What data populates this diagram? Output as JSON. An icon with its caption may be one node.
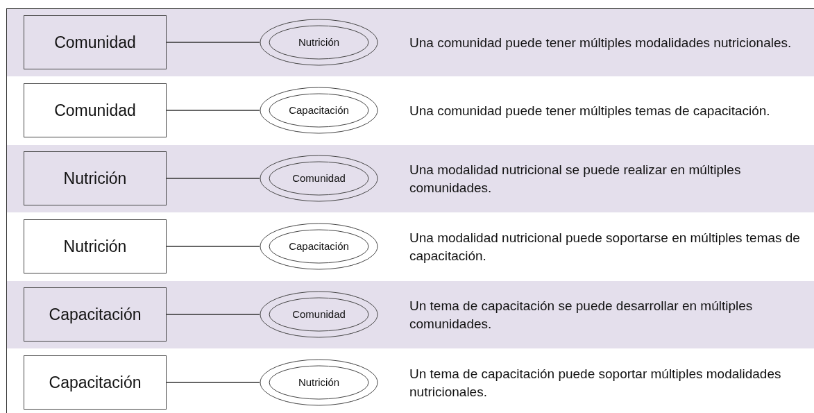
{
  "diagram": {
    "nodes": [
      {
        "text": [
          "Comunidad"
        ]
      },
      {
        "text": [
          "Nutrición"
        ]
      },
      {
        "text": [
          "Comunidad"
        ]
      },
      {
        "text": [
          "Capacitación"
        ]
      },
      {
        "text": [
          "Nutrición"
        ]
      },
      {
        "text": [
          "Comunidad"
        ]
      },
      {
        "text": [
          "Nutrición"
        ]
      },
      {
        "text": [
          "Capacitación"
        ]
      },
      {
        "text": [
          "Capacitación"
        ]
      },
      {
        "text": [
          "Comunidad"
        ]
      },
      {
        "text": [
          "Capacitación"
        ]
      },
      {
        "text": [
          "Nutrición"
        ]
      }
    ],
    "edges": [
      {
        "from": 0,
        "to": 1,
        "arrow": "none"
      },
      {
        "from": 2,
        "to": 3,
        "arrow": "none"
      },
      {
        "from": 4,
        "to": 5,
        "arrow": "none"
      },
      {
        "from": 6,
        "to": 7,
        "arrow": "none"
      },
      {
        "from": 8,
        "to": 9,
        "arrow": "none"
      },
      {
        "from": 10,
        "to": 11,
        "arrow": "none"
      }
    ],
    "labels": [
      "Una comunidad puede tener múltiples modalidades nutricionales.",
      "Una comunidad puede tener múltiples temas de capacitación.",
      "Una modalidad nutricional se puede realizar en múltiples comunidades.",
      "Una modalidad nutricional puede soportarse en múltiples temas de capacitación.",
      "Un tema de capacitación se puede desarrollar en múltiples comunidades.",
      "Un tema de capacitación puede soportar múltiples modalidades nutricionales."
    ]
  }
}
